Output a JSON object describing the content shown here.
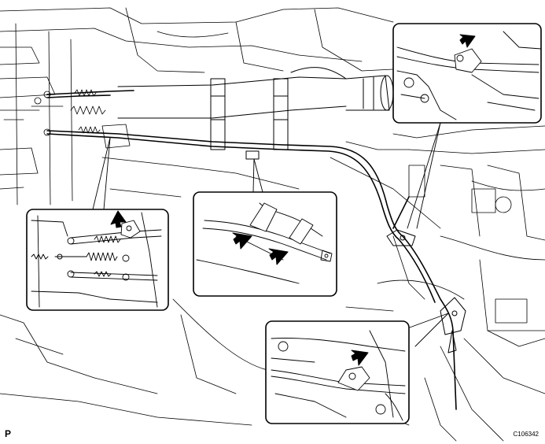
{
  "labels": {
    "corner_left": "P",
    "figure_code": "C106342"
  },
  "colors": {
    "line": "#000000",
    "background": "#ffffff",
    "detail_fill": "#ffffff"
  },
  "callouts": [
    {
      "name": "bracket-bolt-top-right",
      "arrow_count": 1
    },
    {
      "name": "cable-clamps-center",
      "arrow_count": 2
    },
    {
      "name": "equalizer-left",
      "arrow_count": 1
    },
    {
      "name": "bracket-bolt-bottom-right",
      "arrow_count": 1
    }
  ]
}
